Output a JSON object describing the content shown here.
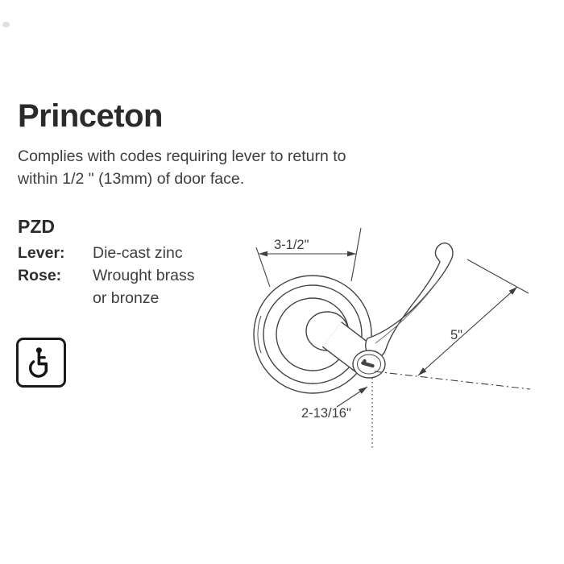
{
  "page": {
    "title": "Princeton",
    "description": "Complies with codes requiring lever to return to\nwithin 1/2 \" (13mm) of door face.",
    "model": "PZD",
    "specs": [
      {
        "label": "Lever:",
        "value": "Die-cast zinc"
      },
      {
        "label": "Rose:",
        "value": "Wrought brass\nor bronze"
      }
    ]
  },
  "diagram": {
    "rose_diameter_label": "3-1/2\"",
    "lever_length_label": "5\"",
    "projection_label": "2-13/16\""
  },
  "icons": {
    "ada": "wheelchair-accessibility-icon"
  },
  "colors": {
    "ink": "#3d3d3d",
    "line": "#454545"
  }
}
